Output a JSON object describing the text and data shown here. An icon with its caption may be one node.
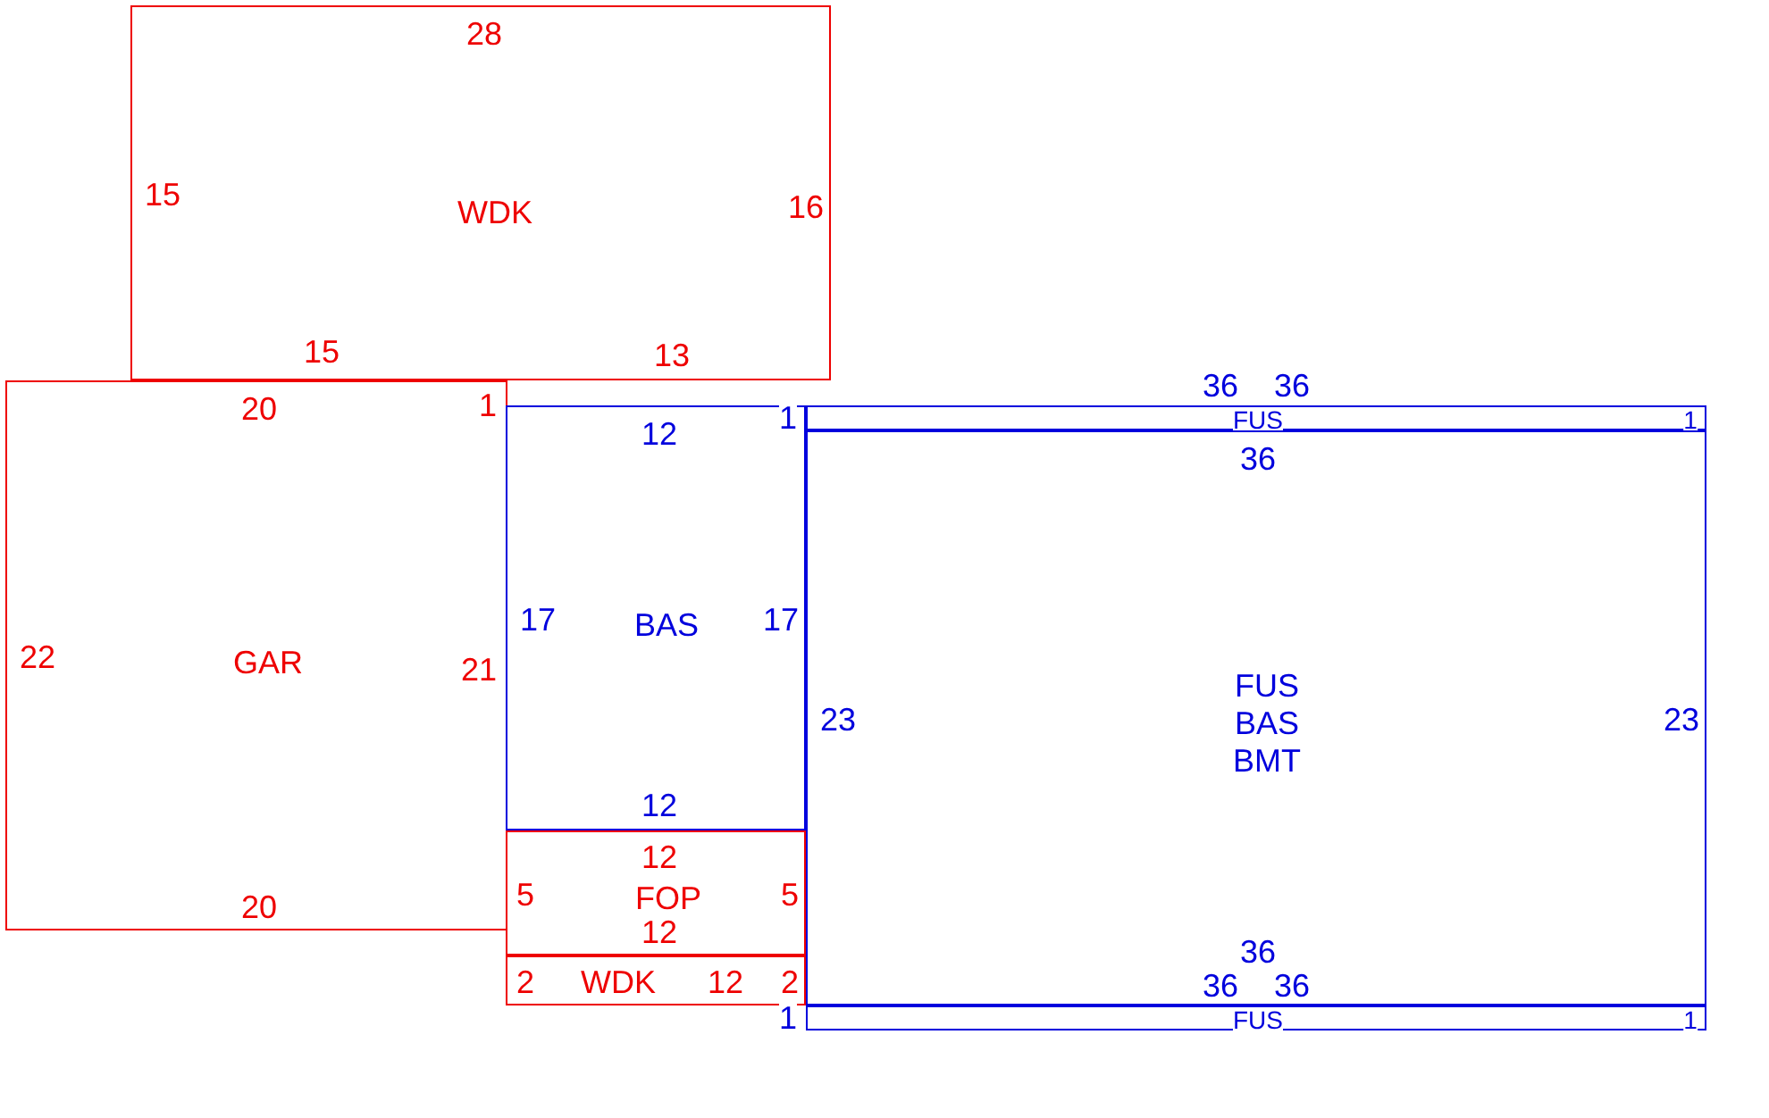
{
  "diagram": {
    "nodes": [
      {
        "text": [
          "WDK",
          "28",
          "15",
          "16",
          "15",
          "13"
        ]
      },
      {
        "text": [
          "GAR",
          "20",
          "1",
          "22",
          "21",
          "20"
        ]
      },
      {
        "text": [
          "BAS",
          "12",
          "17",
          "17",
          "12"
        ]
      },
      {
        "text": [
          "FUS",
          "1"
        ],
        "beside": [
          "36",
          "36",
          "1"
        ]
      },
      {
        "text": [
          "FUS",
          "BAS",
          "BMT",
          "36",
          "23",
          "23",
          "36"
        ]
      },
      {
        "text": [
          "FOP",
          "12",
          "5",
          "5",
          "12"
        ]
      },
      {
        "text": [
          "WDK",
          "2",
          "12",
          "2"
        ]
      },
      {
        "text": [
          "FUS",
          "1"
        ],
        "beside": [
          "36",
          "36",
          "1"
        ]
      }
    ]
  }
}
